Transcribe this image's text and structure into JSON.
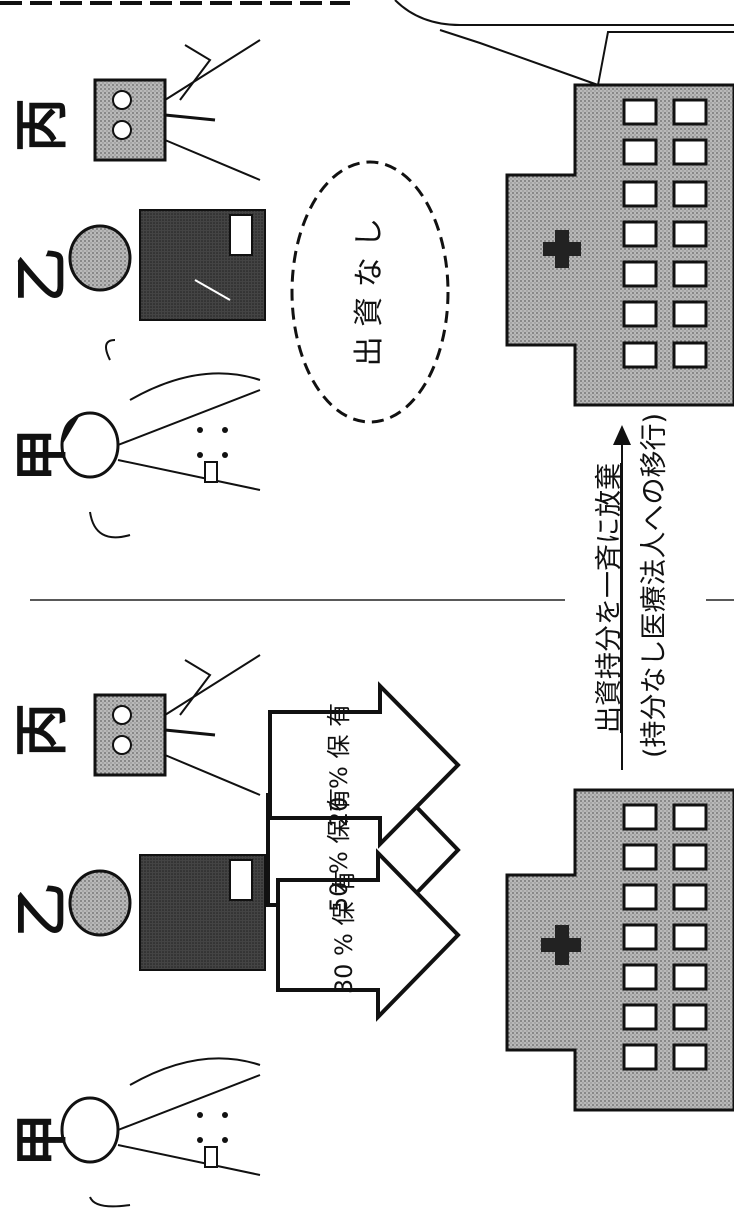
{
  "labels": {
    "after": {
      "ko": "甲",
      "otsu": "乙",
      "hei": "丙"
    },
    "before": {
      "ko": "甲",
      "otsu": "乙",
      "hei": "丙"
    }
  },
  "no_investment": "出 資 な し",
  "transition": {
    "line1": "出資持分を一斉に放棄",
    "line2": "(持分なし医療法人への移行)"
  },
  "shares": [
    {
      "person": "甲",
      "pct": "50",
      "unit": "%",
      "word": "保 有"
    },
    {
      "person": "乙",
      "pct": "30",
      "unit": "%",
      "word": "保 有"
    },
    {
      "person": "丙",
      "pct": "20",
      "unit": "%",
      "word": "保 有"
    }
  ],
  "colors": {
    "ink": "#111111",
    "screen": "#9a9a9a",
    "hospital": "#a9a9a9",
    "cross": "#222222",
    "window": "#ffffff"
  }
}
